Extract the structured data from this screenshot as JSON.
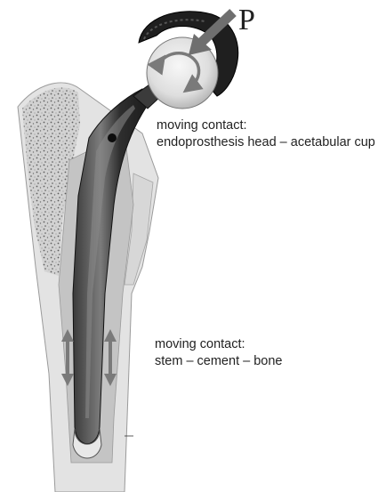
{
  "load_label": "P",
  "annotations": {
    "head_contact": {
      "title": "moving contact:",
      "detail": "endoprosthesis head – acetabular cup"
    },
    "stem_contact": {
      "title": "moving contact:",
      "detail": "stem – cement – bone"
    }
  },
  "colors": {
    "cortical_bone": "#e3e3e3",
    "cancellous_bone": "#cfcfcf",
    "bone_speckle": "#6a6a6a",
    "cement": "#c4c4c4",
    "stem_dark": "#2a2a2a",
    "stem_highlight": "#8a8a8a",
    "cup_shell": "#1f1f1f",
    "head_light": "#ededed",
    "arrow_gray": "#7a7a7a",
    "text": "#222222"
  }
}
